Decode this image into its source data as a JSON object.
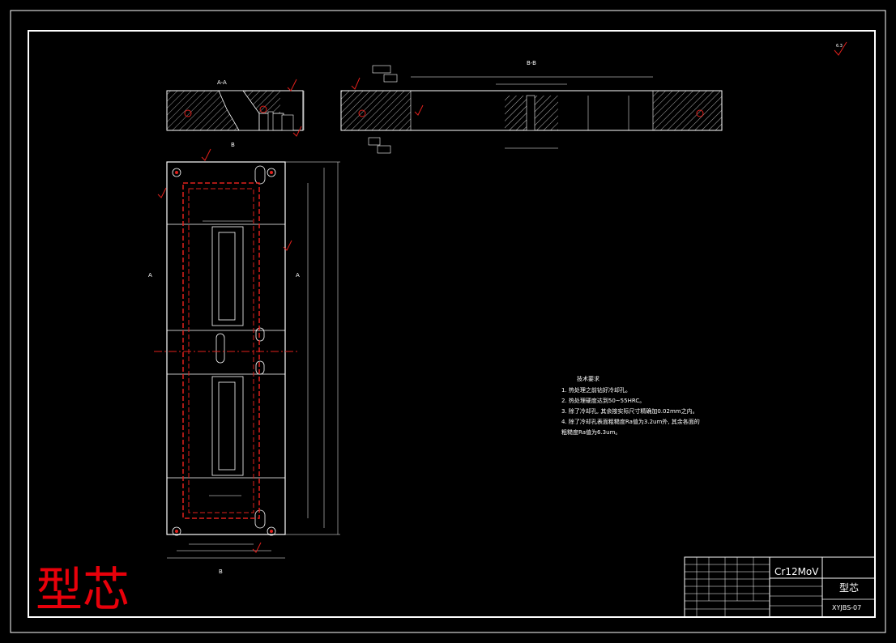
{
  "drawing": {
    "section_aa_label": "A-A",
    "section_bb_label": "B-B",
    "cut_mark_a": "A",
    "cut_mark_b": "B",
    "big_title": "型芯",
    "general_roughness": "6.3",
    "tech_notes": {
      "heading": "技术要求",
      "lines": [
        "1. 热处理之前钻好冷却孔。",
        "2. 热处理硬度达到50~55HRC。",
        "3. 除了冷却孔, 其余按实际尺寸精确加0.02mm之内。",
        "4. 除了冷却孔表面粗糙度Ra值为3.2um外, 其余各面的",
        "粗糙度Ra值为6.3um。"
      ]
    },
    "title_block": {
      "material": "Cr12MoV",
      "part_name": "型芯",
      "drawing_no": "XYJBS-07"
    }
  }
}
